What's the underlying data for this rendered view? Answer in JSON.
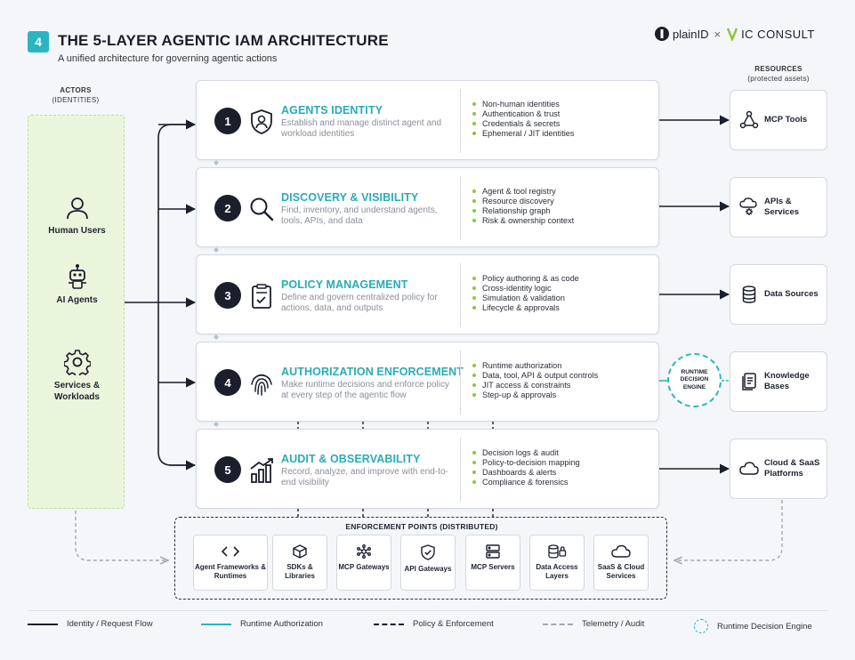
{
  "header": {
    "badge": "4",
    "title": "THE 5-LAYER AGENTIC IAM ARCHITECTURE",
    "subtitle": "A unified architecture for governing agentic actions",
    "brand_left": "plainID",
    "brand_sep": "×",
    "brand_right": "IC CONSULT"
  },
  "actors": {
    "heading": "ACTORS",
    "subheading": "(IDENTITIES)",
    "items": [
      {
        "label": "Human Users",
        "icon": "user-icon"
      },
      {
        "label": "AI Agents",
        "icon": "robot-icon"
      },
      {
        "label": "Services & Workloads",
        "icon": "gear-icon"
      }
    ]
  },
  "layers": [
    {
      "number": "1",
      "icon": "shield-user-icon",
      "title": "AGENTS IDENTITY",
      "description": "Establish and manage distinct agent and workload identities",
      "bullets": [
        "Non-human identities",
        "Authentication & trust",
        "Credentials & secrets",
        "Ephemeral / JIT identities"
      ]
    },
    {
      "number": "2",
      "icon": "magnifier-icon",
      "title": "DISCOVERY & VISIBILITY",
      "description": "Find, inventory, and understand agents, tools, APIs, and data",
      "bullets": [
        "Agent & tool registry",
        "Resource discovery",
        "Relationship graph",
        "Risk & ownership context"
      ]
    },
    {
      "number": "3",
      "icon": "policy-document-icon",
      "title": "POLICY MANAGEMENT",
      "description": "Define and govern centralized policy for actions, data, and outputs",
      "bullets": [
        "Policy authoring & as code",
        "Cross-identity logic",
        "Simulation & validation",
        "Lifecycle & approvals"
      ]
    },
    {
      "number": "4",
      "icon": "fingerprint-icon",
      "title": "AUTHORIZATION ENFORCEMENT",
      "description": "Make runtime decisions and enforce policy at every step of the agentic flow",
      "bullets": [
        "Runtime authorization",
        "Data, tool, API & output controls",
        "JIT access & constraints",
        "Step-up & approvals"
      ]
    },
    {
      "number": "5",
      "icon": "growth-chart-icon",
      "title": "AUDIT & OBSERVABILITY",
      "description": "Record, analyze, and improve with end-to-end visibility",
      "bullets": [
        "Decision logs & audit",
        "Policy-to-decision mapping",
        "Dashboards & alerts",
        "Compliance & forensics"
      ]
    }
  ],
  "resources": {
    "heading": "RESOURCES",
    "subheading": "(protected assets)",
    "items": [
      {
        "label": "MCP Tools",
        "icon": "network-nodes-icon"
      },
      {
        "label": "APIs & Services",
        "icon": "cloud-gear-icon"
      },
      {
        "label": "Data Sources",
        "icon": "database-icon"
      },
      {
        "label": "Knowledge Bases",
        "icon": "documents-icon"
      },
      {
        "label": "Cloud & SaaS Platforms",
        "icon": "cloud-icon"
      }
    ]
  },
  "decision_engine": {
    "label": "RUNTIME DECISION ENGINE"
  },
  "enforcement": {
    "title": "ENFORCEMENT POINTS (DISTRIBUTED)",
    "items": [
      {
        "label": "Agent Frameworks & Runtimes",
        "icon": "code-icon"
      },
      {
        "label": "SDKs & Libraries",
        "icon": "package-icon"
      },
      {
        "label": "MCP Gateways",
        "icon": "hub-icon"
      },
      {
        "label": "API Gateways",
        "icon": "shield-check-icon"
      },
      {
        "label": "MCP Servers",
        "icon": "server-icon"
      },
      {
        "label": "Data Access Layers",
        "icon": "database-lock-icon"
      },
      {
        "label": "SaaS & Cloud Services",
        "icon": "cloud-icon"
      }
    ]
  },
  "legend": [
    {
      "label": "Identity / Request Flow",
      "style": "solid-dark"
    },
    {
      "label": "Runtime Authorization",
      "style": "solid-teal"
    },
    {
      "label": "Policy & Enforcement",
      "style": "dashed-dark"
    },
    {
      "label": "Telemetry / Audit",
      "style": "dashed-gray"
    },
    {
      "label": "Runtime Decision Engine",
      "style": "dashed-circle-teal"
    }
  ],
  "colors": {
    "accent": "#2bb5c3",
    "dark": "#1b1f2c",
    "bullet": "#8cc63f",
    "actors_bg": "#eaf6dc",
    "muted_text": "#8a8f99"
  }
}
